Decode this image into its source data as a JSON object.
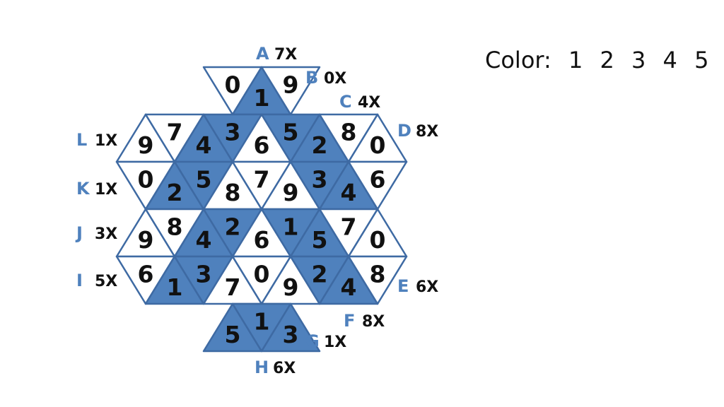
{
  "palette": {
    "blue": "#4f81bd",
    "white": "#ffffff",
    "outline": "#3e6aa3"
  },
  "color_key": {
    "label": "Color:",
    "values": [
      "1",
      "2",
      "3",
      "4",
      "5"
    ]
  },
  "rows": [
    {
      "cells": [
        {
          "n": "0",
          "f": "white"
        },
        {
          "n": "1",
          "f": "blue"
        },
        {
          "n": "9",
          "f": "white"
        }
      ]
    },
    {
      "cells": [
        {
          "n": "9",
          "f": "white"
        },
        {
          "n": "7",
          "f": "white"
        },
        {
          "n": "4",
          "f": "blue"
        },
        {
          "n": "3",
          "f": "blue"
        },
        {
          "n": "6",
          "f": "white"
        },
        {
          "n": "5",
          "f": "blue"
        },
        {
          "n": "2",
          "f": "blue"
        },
        {
          "n": "8",
          "f": "white"
        },
        {
          "n": "0",
          "f": "white"
        }
      ]
    },
    {
      "cells": [
        {
          "n": "0",
          "f": "white"
        },
        {
          "n": "2",
          "f": "blue"
        },
        {
          "n": "5",
          "f": "blue"
        },
        {
          "n": "8",
          "f": "white"
        },
        {
          "n": "7",
          "f": "white"
        },
        {
          "n": "9",
          "f": "white"
        },
        {
          "n": "3",
          "f": "blue"
        },
        {
          "n": "4",
          "f": "blue"
        },
        {
          "n": "6",
          "f": "white"
        }
      ]
    },
    {
      "cells": [
        {
          "n": "9",
          "f": "white"
        },
        {
          "n": "8",
          "f": "white"
        },
        {
          "n": "4",
          "f": "blue"
        },
        {
          "n": "2",
          "f": "blue"
        },
        {
          "n": "6",
          "f": "white"
        },
        {
          "n": "1",
          "f": "blue"
        },
        {
          "n": "5",
          "f": "blue"
        },
        {
          "n": "7",
          "f": "white"
        },
        {
          "n": "0",
          "f": "white"
        }
      ]
    },
    {
      "cells": [
        {
          "n": "6",
          "f": "white"
        },
        {
          "n": "1",
          "f": "blue"
        },
        {
          "n": "3",
          "f": "blue"
        },
        {
          "n": "7",
          "f": "white"
        },
        {
          "n": "0",
          "f": "white"
        },
        {
          "n": "9",
          "f": "white"
        },
        {
          "n": "2",
          "f": "blue"
        },
        {
          "n": "4",
          "f": "blue"
        },
        {
          "n": "8",
          "f": "white"
        }
      ]
    },
    {
      "cells": [
        {
          "n": "5",
          "f": "blue"
        },
        {
          "n": "1",
          "f": "blue"
        },
        {
          "n": "3",
          "f": "blue"
        }
      ]
    }
  ],
  "clues": [
    {
      "letter": "A",
      "count": "7X"
    },
    {
      "letter": "B",
      "count": "0X"
    },
    {
      "letter": "C",
      "count": "4X"
    },
    {
      "letter": "D",
      "count": "8X"
    },
    {
      "letter": "E",
      "count": "6X"
    },
    {
      "letter": "F",
      "count": "8X"
    },
    {
      "letter": "G",
      "count": "1X"
    },
    {
      "letter": "H",
      "count": "6X"
    },
    {
      "letter": "I",
      "count": "5X"
    },
    {
      "letter": "J",
      "count": "3X"
    },
    {
      "letter": "K",
      "count": "1X"
    },
    {
      "letter": "L",
      "count": "1X"
    }
  ]
}
